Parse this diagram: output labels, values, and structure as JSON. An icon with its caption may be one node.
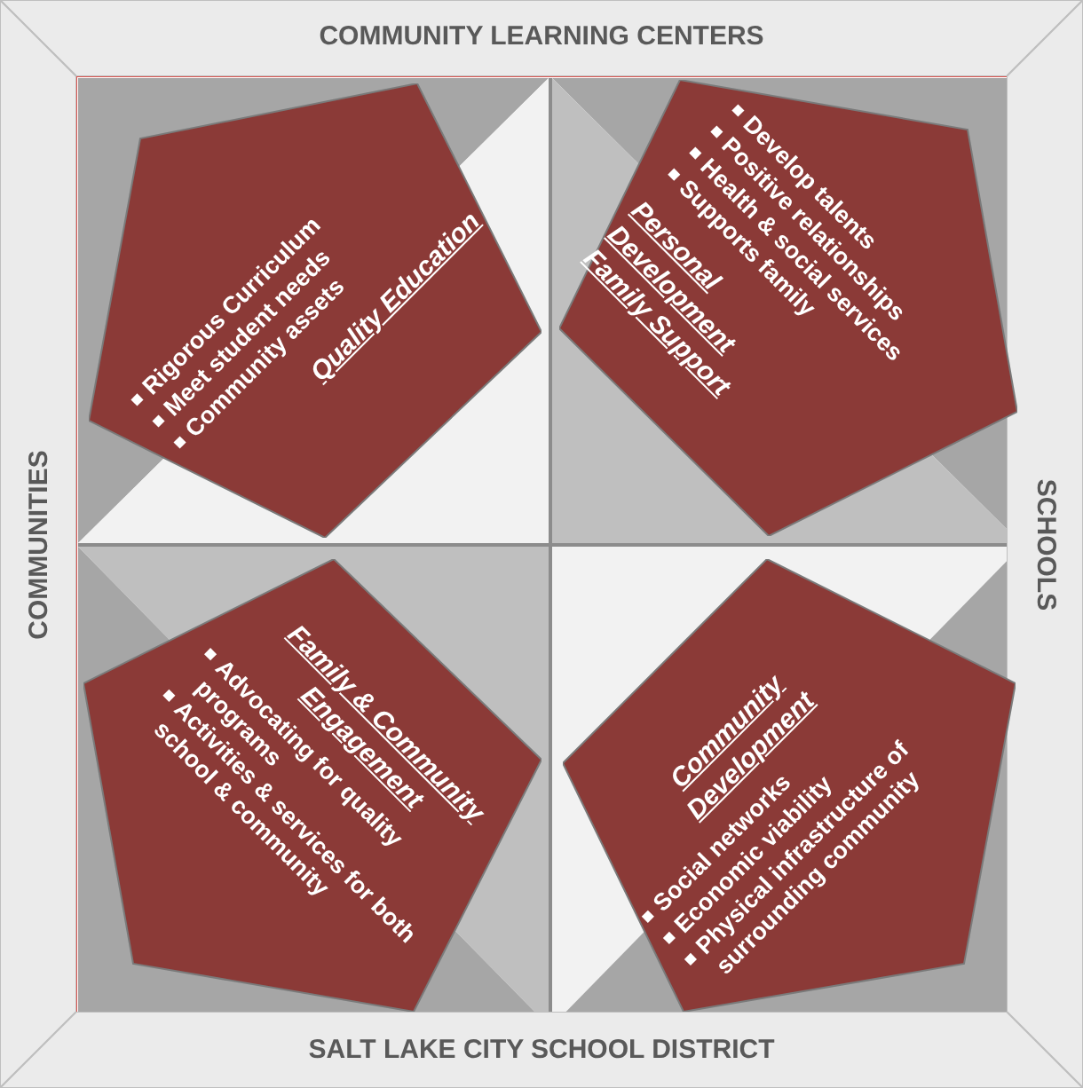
{
  "diagram": {
    "nodes": [
      {
        "text": [
          "COMMUNITY LEARNING CENTERS"
        ]
      },
      {
        "text": [
          "COMMUNITIES"
        ]
      },
      {
        "text": [
          "SCHOOLS"
        ]
      },
      {
        "text": [
          "SALT LAKE CITY SCHOOL DISTRICT"
        ]
      },
      {
        "text": [
          "Rigorous Curriculum",
          "Meet student needs",
          "Community assets",
          "Quality Education"
        ]
      },
      {
        "text": [
          "Develop talents",
          "Positive relationships",
          "Health & social services",
          "Supports family",
          "Personal Development Family Support"
        ]
      },
      {
        "text": [
          "Family & Community Engagement",
          "Advocating for quality programs",
          "Activities & services for both school & community"
        ]
      },
      {
        "text": [
          "Community Development",
          "Social networks",
          "Economic viability",
          "Physical infrastructure of surrounding community"
        ]
      }
    ],
    "edges": []
  }
}
